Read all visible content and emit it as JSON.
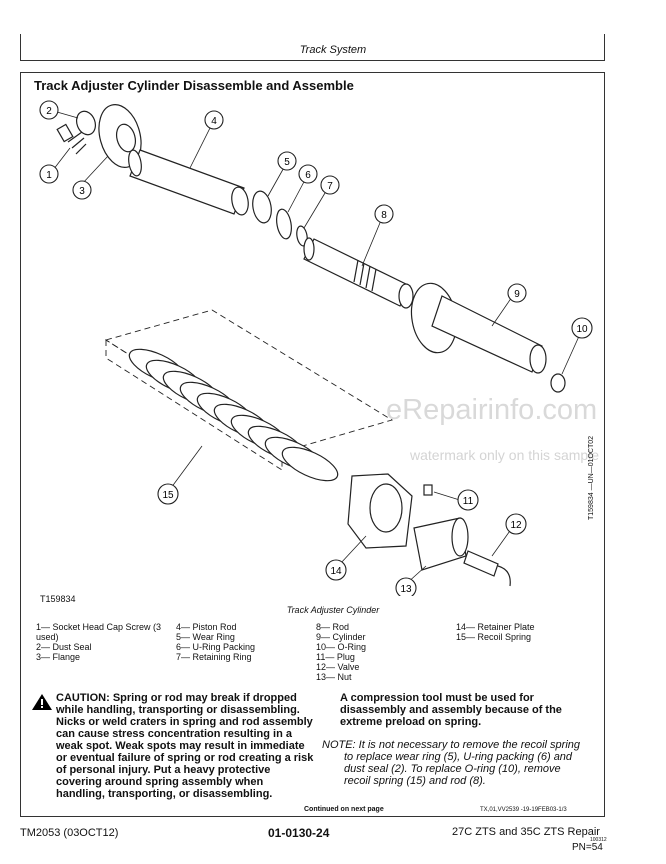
{
  "header": {
    "section": "Track System"
  },
  "title": "Track Adjuster Cylinder Disassemble and Assemble",
  "figure": {
    "id": "T159834",
    "side_code": "T159834 —UN—01OCT02",
    "caption": "Track Adjuster Cylinder",
    "callouts": [
      "1",
      "2",
      "3",
      "4",
      "5",
      "6",
      "7",
      "8",
      "9",
      "10",
      "11",
      "12",
      "13",
      "14",
      "15"
    ]
  },
  "legend": {
    "col1": [
      "1— Socket Head Cap Screw (3\n   used)",
      "2— Dust Seal",
      "3— Flange"
    ],
    "col2": [
      "4— Piston Rod",
      "5— Wear Ring",
      "6— U-Ring Packing",
      "7— Retaining Ring"
    ],
    "col3": [
      "8— Rod",
      "9— Cylinder",
      "10— O-Ring",
      "11— Plug",
      "12— Valve",
      "13— Nut"
    ],
    "col4": [
      "14— Retainer Plate",
      "15— Recoil Spring"
    ]
  },
  "caution": {
    "lead": "CAUTION:",
    "text": " Spring or rod may break if dropped while handling, transporting or disassembling. Nicks or weld craters in spring and rod assembly can cause stress concentration resulting in a weak spot. Weak spots may result in immediate or eventual failure of spring or rod creating a risk of personal injury. Put a heavy protective covering around spring assembly when handling, transporting, or disassembling."
  },
  "compression_note": "A compression tool must be used for disassembly and assembly because of the extreme preload on spring.",
  "note": {
    "lead": "NOTE:",
    "text": " It is not necessary to remove the recoil spring to replace wear ring (5), U-ring packing (6) and dust seal (2). To replace O-ring (10), remove recoil spring (15) and rod (8)."
  },
  "continued": "Continued on next page",
  "ref_code": "TX,01,VV2539 -19-19FEB03-1/3",
  "footer": {
    "left": "TM2053 (03OCT12)",
    "center": "01-0130-24",
    "right": "27C ZTS and 35C ZTS Repair",
    "tiny": "100312",
    "pn": "PN=54"
  },
  "watermark": {
    "main": "eRepairinfo.com",
    "sub": "watermark only on this sample"
  }
}
